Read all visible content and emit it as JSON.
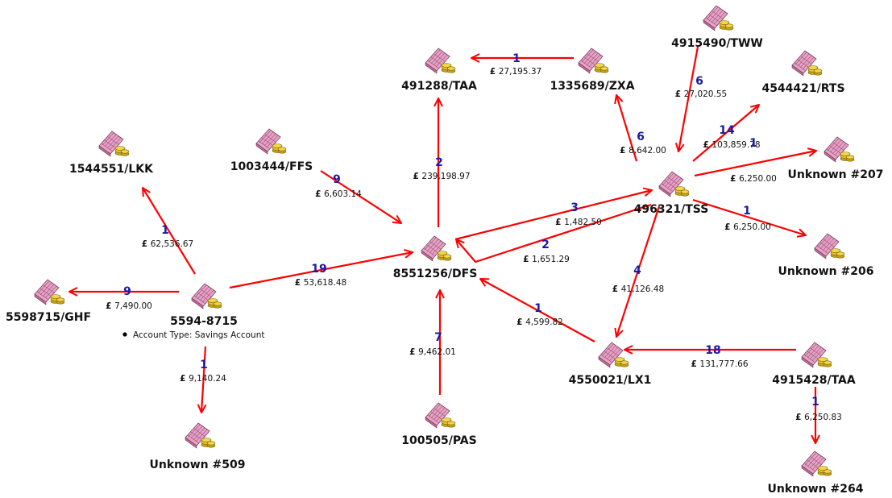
{
  "colors": {
    "edge": "#ff0000",
    "count": "#1a1aa6",
    "label": "#111111",
    "icon_pink": "#e8a2c8",
    "icon_gold": "#d4b01a"
  },
  "icon": "bank-account-icon",
  "currency_symbol": "£",
  "nodes": [
    {
      "id": "n491288",
      "label": "491288/TAA"
    },
    {
      "id": "n1335689",
      "label": "1335689/ZXA"
    },
    {
      "id": "n4915490",
      "label": "4915490/TWW"
    },
    {
      "id": "n4544421",
      "label": "4544421/RTS"
    },
    {
      "id": "n1544551",
      "label": "1544551/LKK"
    },
    {
      "id": "n1003444",
      "label": "1003444/FFS"
    },
    {
      "id": "n496321",
      "label": "496321/TSS"
    },
    {
      "id": "nU207",
      "label": "Unknown #207"
    },
    {
      "id": "n8551256",
      "label": "8551256/DFS"
    },
    {
      "id": "nU206",
      "label": "Unknown #206"
    },
    {
      "id": "n5598715",
      "label": "5598715/GHF"
    },
    {
      "id": "n5594",
      "label": "5594-8715",
      "attr": "Account Type: Savings Account"
    },
    {
      "id": "n4550021",
      "label": "4550021/LX1"
    },
    {
      "id": "n4915428",
      "label": "4915428/TAA"
    },
    {
      "id": "nU509",
      "label": "Unknown #509"
    },
    {
      "id": "n100505",
      "label": "100505/PAS"
    },
    {
      "id": "nU264",
      "label": "Unknown #264"
    }
  ],
  "edges": [
    {
      "id": "e1",
      "from": "n1335689",
      "to": "n491288",
      "count": "1",
      "amount": "27,195.37"
    },
    {
      "id": "e2",
      "from": "n8551256",
      "to": "n491288",
      "count": "2",
      "amount": "239,198.97"
    },
    {
      "id": "e3",
      "from": "n496321",
      "to": "n1335689",
      "count": "6",
      "amount": "8,642.00"
    },
    {
      "id": "e4",
      "from": "n4915490",
      "to": "n496321",
      "count": "6",
      "amount": "27,020.55"
    },
    {
      "id": "e5",
      "from": "n496321",
      "to": "n4544421",
      "count": "14",
      "amount": "103,859.78"
    },
    {
      "id": "e6",
      "from": "n496321",
      "to": "nU207",
      "count": "1",
      "amount": "6,250.00"
    },
    {
      "id": "e7",
      "from": "n496321",
      "to": "nU206",
      "count": "1",
      "amount": "6,250.00"
    },
    {
      "id": "e8",
      "from": "n8551256",
      "to": "n496321",
      "count": "3",
      "amount": "1,482.50"
    },
    {
      "id": "e9",
      "from": "n496321",
      "to": "n8551256",
      "count": "2",
      "amount": "1,651.29"
    },
    {
      "id": "e10",
      "from": "n496321",
      "to": "n4550021",
      "count": "4",
      "amount": "41,126.48"
    },
    {
      "id": "e11",
      "from": "n1003444",
      "to": "n8551256",
      "count": "9",
      "amount": "6,603.14"
    },
    {
      "id": "e12",
      "from": "n5594",
      "to": "n8551256",
      "count": "19",
      "amount": "53,618.48"
    },
    {
      "id": "e13",
      "from": "n5594",
      "to": "n1544551",
      "count": "1",
      "amount": "62,536.67"
    },
    {
      "id": "e14",
      "from": "n5594",
      "to": "n5598715",
      "count": "9",
      "amount": "7,490.00"
    },
    {
      "id": "e15",
      "from": "n5594",
      "to": "nU509",
      "count": "1",
      "amount": "9,140.24"
    },
    {
      "id": "e16",
      "from": "n100505",
      "to": "n8551256",
      "count": "7",
      "amount": "9,462.01"
    },
    {
      "id": "e17",
      "from": "n4550021",
      "to": "n8551256",
      "count": "1",
      "amount": "4,599.82"
    },
    {
      "id": "e18",
      "from": "n4915428",
      "to": "n4550021",
      "count": "18",
      "amount": "131,777.66"
    },
    {
      "id": "e19",
      "from": "n4915428",
      "to": "nU264",
      "count": "1",
      "amount": "6,250.83"
    }
  ]
}
